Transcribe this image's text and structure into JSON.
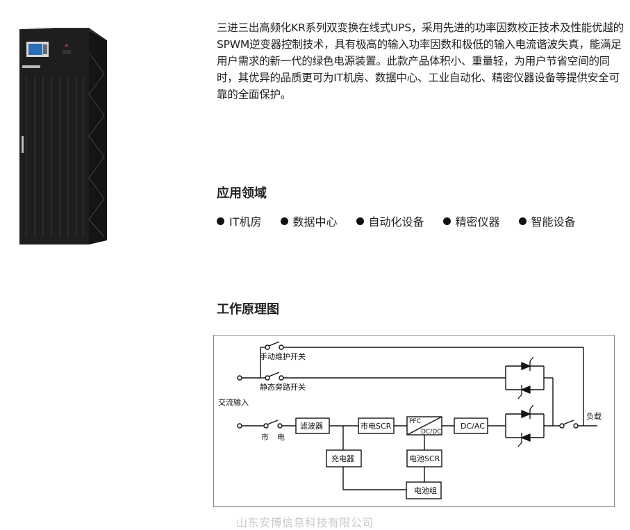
{
  "intro_text": "三进三出高频化KR系列双变换在线式UPS，采用先进的功率因数校正技术及性能优越的SPWM逆变器控制技术，具有极高的输入功率因数和极低的输入电流谐波失真，能满足用户需求的新一代的绿色电源装置。此款产品体积小、重量轻，为用户节省空间的同时，其优异的品质更可为IT机房、数据中心、工业自动化、精密仪器设备等提供安全可靠的全面保护。",
  "application_section": {
    "title": "应用领域",
    "items": [
      "IT机房",
      "数据中心",
      "自动化设备",
      "精密仪器",
      "智能设备"
    ]
  },
  "diagram_section": {
    "title": "工作原理图",
    "labels": {
      "manual_switch": "手动维护开关",
      "static_switch": "静态旁路开关",
      "ac_input": "交流输入",
      "mains_1": "市",
      "mains_2": "电",
      "filter": "滤波器",
      "mains_scr": "市电SCR",
      "pfc_top": "PFC",
      "pfc_bottom": "DC/DC",
      "dcac": "DC/AC",
      "charger": "充电器",
      "battery_scr": "电池SCR",
      "battery": "电池组",
      "load": "负载"
    }
  },
  "watermark": "山东安博信息科技有限公司",
  "colors": {
    "cabinet": "#1c1c1c",
    "screen": "#2a6fb5",
    "text": "#222222",
    "watermark": "#c9c9c9",
    "diagram_border": "#8a8a8a"
  }
}
